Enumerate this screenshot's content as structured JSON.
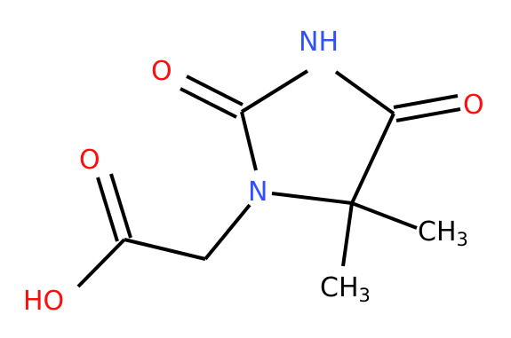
{
  "molecule": {
    "colors": {
      "carbon": "#000000",
      "oxygen": "#ff0d0d",
      "nitrogen": "#3050f8",
      "background": "#ffffff"
    },
    "labels": {
      "nh": "NH",
      "n": "N",
      "o_c2": "O",
      "o_c4": "O",
      "o_acid_carbonyl": "O",
      "oh": "HO",
      "ch3_a": "CH",
      "ch3_a_sub": "3",
      "ch3_b": "CH",
      "ch3_b_sub": "3"
    }
  }
}
